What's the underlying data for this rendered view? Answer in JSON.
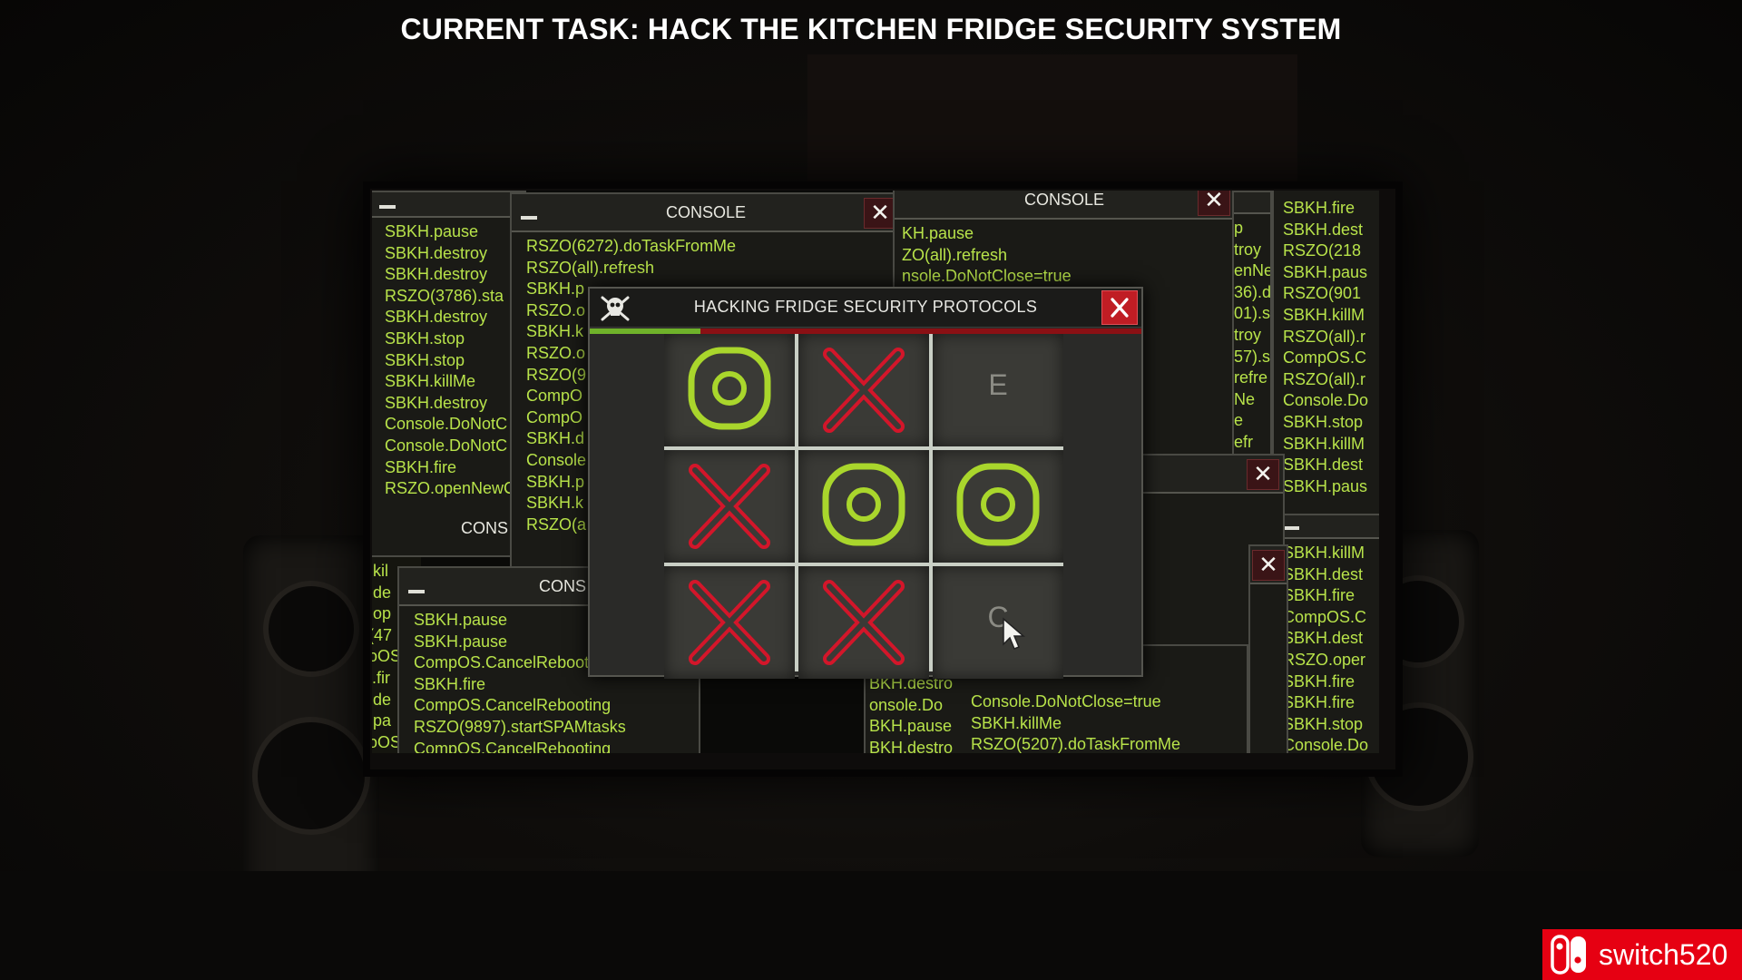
{
  "task_banner": "CURRENT TASK:  HACK THE KITCHEN FRIDGE SECURITY SYSTEM",
  "windows": {
    "console_back_left": {
      "title": "CONS",
      "lines": [
        "SBKH.pause",
        "SBKH.destroy",
        "SBKH.destroy",
        "RSZO(3786).sta",
        "SBKH.destroy",
        "SBKH.stop",
        "SBKH.stop",
        "SBKH.killMe",
        "SBKH.destroy",
        "Console.DoNotC",
        "Console.DoNotC",
        "SBKH.fire",
        "RSZO.openNewC"
      ]
    },
    "console_center_left": {
      "title": "CONSOLE",
      "lines": [
        "RSZO(6272).doTaskFromMe",
        "RSZO(all).refresh",
        "SBKH.p",
        "RSZO.o",
        "SBKH.k",
        "RSZO.o",
        "RSZO(9",
        "CompO",
        "CompO",
        "SBKH.d",
        "Console",
        "SBKH.p",
        "SBKH.k",
        "RSZO(a"
      ]
    },
    "console_center_right": {
      "title": "CONSOLE",
      "lines": [
        "KH.pause",
        "ZO(all).refresh",
        "nsole.DoNotClose=true"
      ]
    },
    "console_right_strip": {
      "lines": [
        "p",
        "troy",
        "enNe",
        "",
        "36).d",
        "01).s",
        "troy",
        "57).s",
        "refre",
        "Ne",
        "e",
        "efr"
      ]
    },
    "console_far_right": {
      "lines": [
        "SBKH.fire",
        "SBKH.dest",
        "RSZO(218",
        "SBKH.paus",
        "RSZO(901",
        "SBKH.killM",
        "RSZO(all).r",
        "CompOS.C",
        "RSZO(all).r",
        "Console.Do",
        "SBKH.stop",
        "SBKH.killM",
        "SBKH.dest",
        "SBKH.paus"
      ]
    },
    "console_far_right_lower": {
      "lines": [
        "SBKH.killM",
        "SBKH.dest",
        "SBKH.fire",
        "CompOS.C",
        "SBKH.dest",
        "RSZO.oper",
        "SBKH.fire",
        "SBKH.fire",
        "SBKH.stop",
        "Console.Do"
      ]
    },
    "console_left_edge": {
      "lines": [
        ".kil",
        ".de",
        ".op",
        "(47",
        "oOS",
        "l.fir",
        ".de",
        ".pa",
        "oOS"
      ]
    },
    "console_bottom_left": {
      "title": "CONS",
      "lines": [
        "SBKH.pause",
        "SBKH.pause",
        "CompOS.CancelRebooting",
        "SBKH.fire",
        "CompOS.CancelRebooting",
        "RSZO(9897).startSPAMtasks",
        "CompOS.CancelRebooting"
      ]
    },
    "console_bottom_mid": {
      "lines": [
        "BKH.destro",
        "onsole.Do",
        "BKH.pause",
        "BKH.destro"
      ]
    },
    "console_bottom_right": {
      "lines": [
        "Console.DoNotClose=true",
        "SBKH.killMe",
        "RSZO(5207).doTaskFromMe",
        "SBKH.fire"
      ]
    }
  },
  "dialog": {
    "title": "HACKING FRIDGE SECURITY PROTOCOLS",
    "progress": 0.2,
    "board": [
      [
        "O",
        "X",
        "E"
      ],
      [
        "X",
        "O",
        "O"
      ],
      [
        "X",
        "X",
        "C"
      ]
    ]
  },
  "colors": {
    "o_mark": "#a9d62c",
    "x_mark": "#d3162a",
    "console_text": "#b8e34a",
    "progress_good": "#6fb22a",
    "progress_bad": "#8a1014",
    "close_red": "#c01d24"
  },
  "watermark": "switch520"
}
